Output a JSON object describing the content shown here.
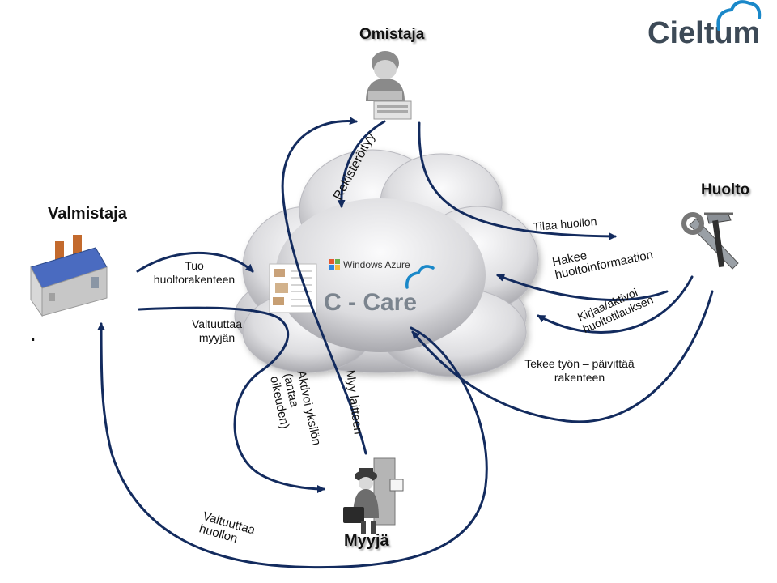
{
  "brand": {
    "name": "Cieltum",
    "color": "#3d4a57",
    "accent": "#1a88c9"
  },
  "actors": {
    "owner": "Omistaja",
    "manufacturer": "Valmistaja",
    "service": "Huolto",
    "seller": "Myyjä"
  },
  "platform": {
    "provider": "Windows Azure",
    "product": "C - Care"
  },
  "flows": {
    "registered": "Rekisteröityy",
    "order_service": "Tilaa huollon",
    "fetch_info": "Hakee huoltoinformaation",
    "log_orders": "Kirjaa/aktivoi huoltotilauksen",
    "work_update": "Tekee työn – päivittää rakenteen",
    "bring_structure": "Tuo huoltorakenteen",
    "authorize_seller": "Valtuuttaa myyjän",
    "activate_unit": "Aktivoi yksilön (antaa oikeuden)",
    "sell_device": "Myy laitteen",
    "authorize_service": "Valtuuttaa huollon"
  },
  "misc": {
    "dot": "."
  },
  "colors": {
    "arrow": "#132b5e",
    "cloud": "#d9d9dc"
  },
  "icons": [
    "person-at-computer-icon",
    "factory-icon",
    "wrench-hammer-icon",
    "salesman-icon",
    "cloud-icon",
    "windows-logo-icon",
    "document-thumbnail-icon"
  ]
}
